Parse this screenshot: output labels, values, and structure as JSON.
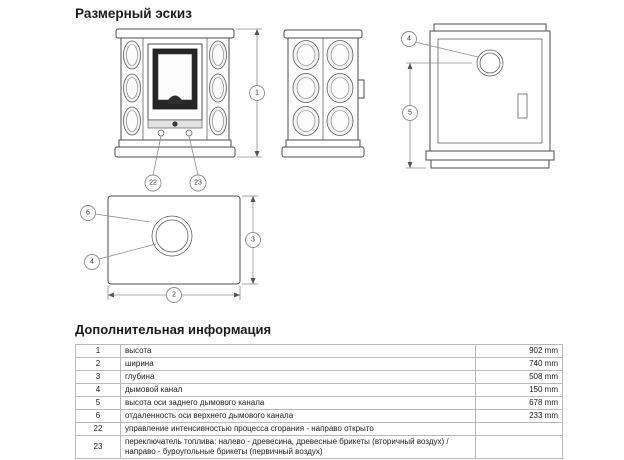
{
  "page": {
    "title": "Размерный эскиз",
    "info_title": "Дополнительная информация"
  },
  "callouts": {
    "c1": "1",
    "c2": "2",
    "c3": "3",
    "c4": "4",
    "c5": "5",
    "c6": "6",
    "c22": "22",
    "c23": "23"
  },
  "table": {
    "rows": [
      {
        "num": "1",
        "desc": "высота",
        "value": "902 mm"
      },
      {
        "num": "2",
        "desc": "ширина",
        "value": "740 mm"
      },
      {
        "num": "3",
        "desc": "глубина",
        "value": "508 mm"
      },
      {
        "num": "4",
        "desc": "дымовой канал",
        "value": "150 mm"
      },
      {
        "num": "5",
        "desc": "высота оси заднего дымового канала",
        "value": "678 mm"
      },
      {
        "num": "6",
        "desc": "отдаленность оси верхнего дымового канала",
        "value": "233 mm"
      },
      {
        "num": "22",
        "desc": "управление интенсивностью процесса сгорания - направо открыто",
        "value": ""
      },
      {
        "num": "23",
        "desc": "переключатель топлива: налево - древесина, древесные брикеты (вторичный воздух) / направо - буроугольные брикеты (первичный воздух)",
        "value": ""
      }
    ]
  }
}
